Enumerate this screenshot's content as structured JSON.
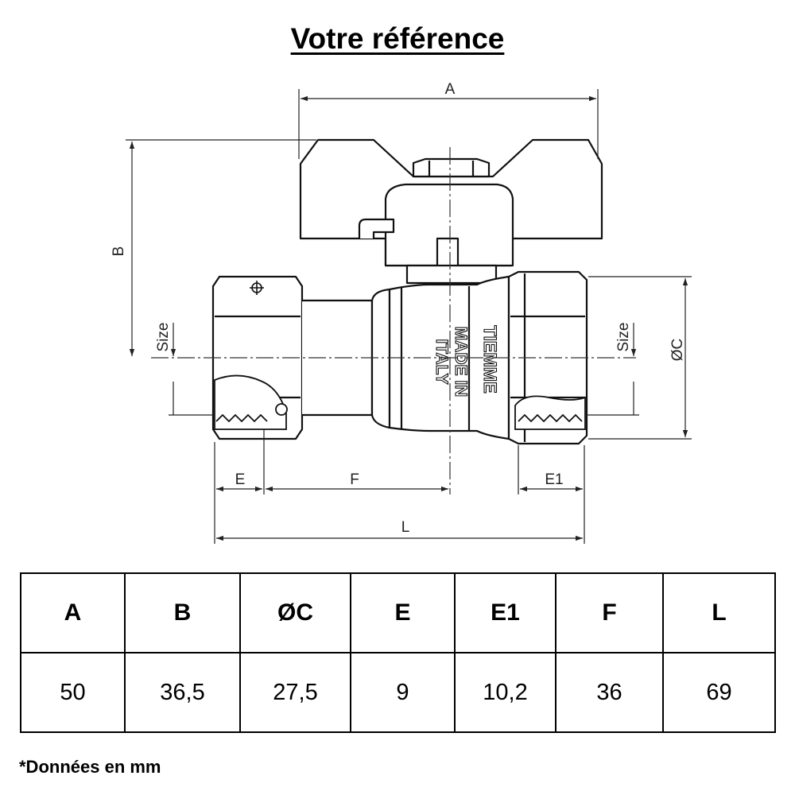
{
  "title": "Votre référence",
  "drawing": {
    "labels": {
      "A": "A",
      "B": "B",
      "C": "ØC",
      "size_left": "Size",
      "size_right": "Size",
      "E": "E",
      "F": "F",
      "E1": "E1",
      "L": "L"
    },
    "engraving": {
      "line1": "MADE IN",
      "line2": "ITALY",
      "brand": "TIEMME"
    }
  },
  "table": {
    "headers": [
      "A",
      "B",
      "ØC",
      "E",
      "E1",
      "F",
      "L"
    ],
    "values": [
      "50",
      "36,5",
      "27,5",
      "9",
      "10,2",
      "36",
      "69"
    ]
  },
  "note": "*Données en mm"
}
